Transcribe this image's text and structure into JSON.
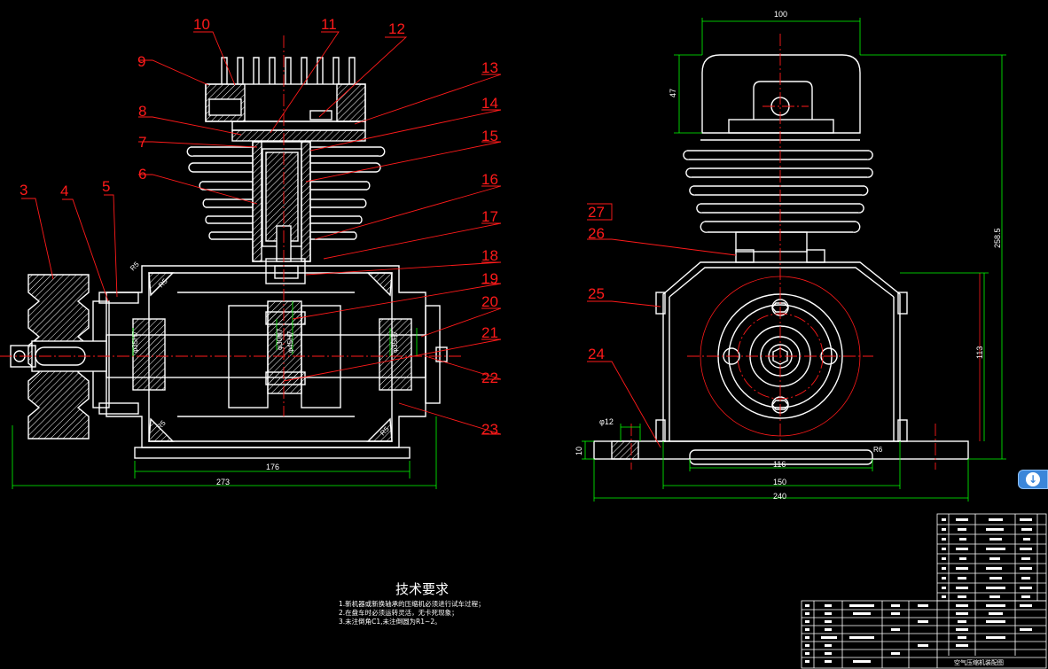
{
  "drawing": {
    "part_numbers_left": [
      "10",
      "11",
      "12",
      "9",
      "13",
      "8",
      "14",
      "7",
      "15",
      "6",
      "16",
      "3",
      "4",
      "5",
      "17",
      "18",
      "19",
      "20",
      "21",
      "22",
      "23"
    ],
    "part_numbers_right": [
      "27",
      "26",
      "25",
      "24"
    ],
    "dims_left": {
      "d176": "176",
      "d273": "273",
      "fit_cyl": "φ30H7",
      "fit_crank": "φ45H7",
      "fit_brg_l": "φ35H7",
      "fit_brg_r": "φ35H7",
      "r5a": "R5",
      "r5b": "R5",
      "r5c": "R5",
      "r5d": "R5"
    },
    "dims_right": {
      "d100": "100",
      "d47": "47",
      "d2585": "258.5",
      "d113": "113",
      "d12": "φ12",
      "d10": "10",
      "d116": "116",
      "d150": "150",
      "d240": "240",
      "r6": "R6"
    }
  },
  "notes": {
    "title": "技术要求",
    "lines": [
      "1.新机器或新换轴承的压缩机必须进行试车过程；",
      "2.在盘车时必须运转灵活，无卡死现象；",
      "3.未注倒角C1,未注倒圆为R1~2。"
    ]
  },
  "title_block": {
    "drawing_name": "空气压缩机装配图"
  },
  "colors": {
    "background": "#000000",
    "lines": "#ffffff",
    "leaders": "#ff1a1a",
    "centerlines": "#ff1a1a",
    "dimensions": "#00ff00",
    "accent": "#3b86d9"
  },
  "icons": {
    "scroll_button": "arrow-down-icon"
  }
}
